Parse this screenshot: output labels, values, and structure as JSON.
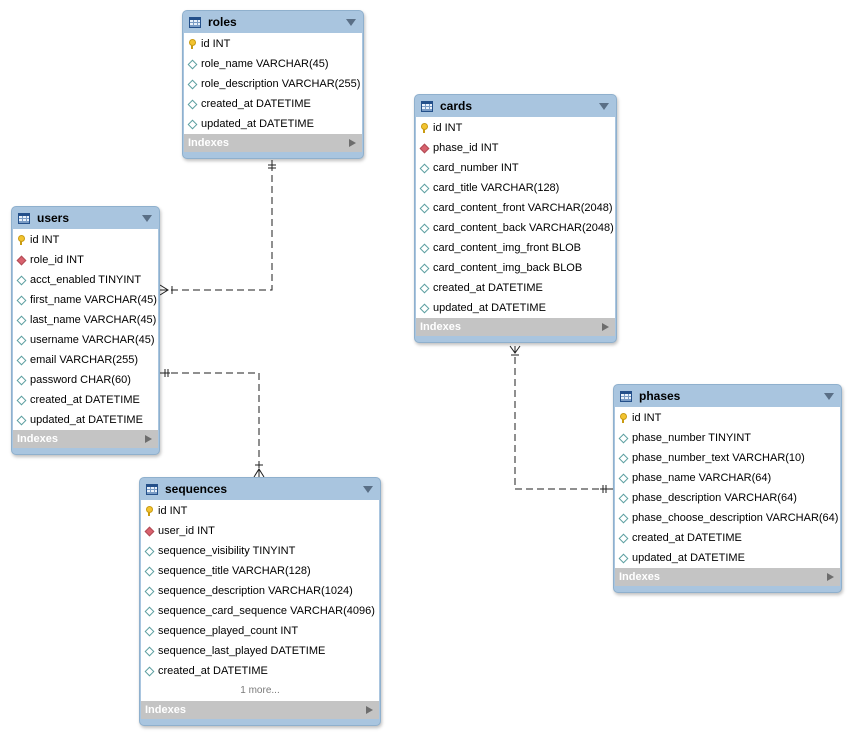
{
  "tables": {
    "roles": {
      "name": "roles",
      "columns": [
        {
          "text": "id INT",
          "kind": "pk"
        },
        {
          "text": "role_name VARCHAR(45)",
          "kind": "col"
        },
        {
          "text": "role_description VARCHAR(255)",
          "kind": "col"
        },
        {
          "text": "created_at DATETIME",
          "kind": "col"
        },
        {
          "text": "updated_at DATETIME",
          "kind": "col"
        }
      ],
      "indexes_label": "Indexes"
    },
    "users": {
      "name": "users",
      "columns": [
        {
          "text": "id INT",
          "kind": "pk"
        },
        {
          "text": "role_id INT",
          "kind": "fk"
        },
        {
          "text": "acct_enabled TINYINT",
          "kind": "col"
        },
        {
          "text": "first_name VARCHAR(45)",
          "kind": "col"
        },
        {
          "text": "last_name VARCHAR(45)",
          "kind": "col"
        },
        {
          "text": "username VARCHAR(45)",
          "kind": "col"
        },
        {
          "text": "email VARCHAR(255)",
          "kind": "col"
        },
        {
          "text": "password CHAR(60)",
          "kind": "col"
        },
        {
          "text": "created_at DATETIME",
          "kind": "col"
        },
        {
          "text": "updated_at DATETIME",
          "kind": "col"
        }
      ],
      "indexes_label": "Indexes"
    },
    "sequences": {
      "name": "sequences",
      "columns": [
        {
          "text": "id INT",
          "kind": "pk"
        },
        {
          "text": "user_id INT",
          "kind": "fk"
        },
        {
          "text": "sequence_visibility TINYINT",
          "kind": "col"
        },
        {
          "text": "sequence_title VARCHAR(128)",
          "kind": "col"
        },
        {
          "text": "sequence_description VARCHAR(1024)",
          "kind": "col"
        },
        {
          "text": "sequence_card_sequence VARCHAR(4096)",
          "kind": "col"
        },
        {
          "text": "sequence_played_count INT",
          "kind": "col"
        },
        {
          "text": "sequence_last_played DATETIME",
          "kind": "col"
        },
        {
          "text": "created_at DATETIME",
          "kind": "col"
        }
      ],
      "more_label": "1 more...",
      "indexes_label": "Indexes"
    },
    "cards": {
      "name": "cards",
      "columns": [
        {
          "text": "id INT",
          "kind": "pk"
        },
        {
          "text": "phase_id INT",
          "kind": "fk"
        },
        {
          "text": "card_number INT",
          "kind": "col"
        },
        {
          "text": "card_title VARCHAR(128)",
          "kind": "col"
        },
        {
          "text": "card_content_front VARCHAR(2048)",
          "kind": "col"
        },
        {
          "text": "card_content_back VARCHAR(2048)",
          "kind": "col"
        },
        {
          "text": "card_content_img_front BLOB",
          "kind": "col"
        },
        {
          "text": "card_content_img_back BLOB",
          "kind": "col"
        },
        {
          "text": "created_at DATETIME",
          "kind": "col"
        },
        {
          "text": "updated_at DATETIME",
          "kind": "col"
        }
      ],
      "indexes_label": "Indexes"
    },
    "phases": {
      "name": "phases",
      "columns": [
        {
          "text": "id INT",
          "kind": "pk"
        },
        {
          "text": "phase_number TINYINT",
          "kind": "col"
        },
        {
          "text": "phase_number_text VARCHAR(10)",
          "kind": "col"
        },
        {
          "text": "phase_name VARCHAR(64)",
          "kind": "col"
        },
        {
          "text": "phase_description VARCHAR(64)",
          "kind": "col"
        },
        {
          "text": "phase_choose_description VARCHAR(64)",
          "kind": "col"
        },
        {
          "text": "created_at DATETIME",
          "kind": "col"
        },
        {
          "text": "updated_at DATETIME",
          "kind": "col"
        }
      ],
      "indexes_label": "Indexes"
    }
  },
  "relationships": [
    {
      "from": "users",
      "to": "roles",
      "from_cardinality": "many",
      "to_cardinality": "one"
    },
    {
      "from": "sequences",
      "to": "users",
      "from_cardinality": "many",
      "to_cardinality": "one"
    },
    {
      "from": "cards",
      "to": "phases",
      "from_cardinality": "many",
      "to_cardinality": "one"
    }
  ],
  "colors": {
    "table_header": "#a9c5df",
    "indexes_bar": "#c4c4c4",
    "fk_marker": "#d9626e",
    "pk_key": "#f2c330"
  }
}
